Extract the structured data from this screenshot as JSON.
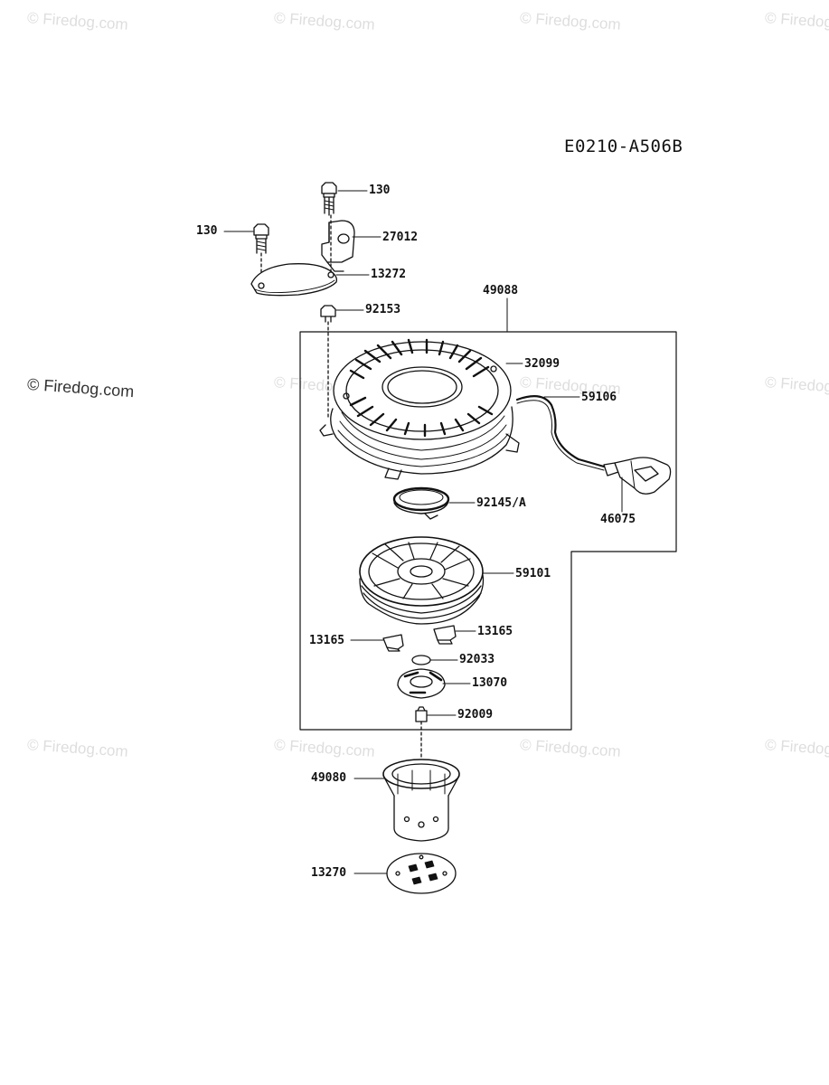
{
  "diagram_code": "E0210-A506B",
  "watermark": "© Firedog.com",
  "parts": [
    {
      "id": "bolt-top",
      "label": "130"
    },
    {
      "id": "bolt-left",
      "label": "130"
    },
    {
      "id": "bracket",
      "label": "27012"
    },
    {
      "id": "plate",
      "label": "13272"
    },
    {
      "id": "assembly",
      "label": "49088"
    },
    {
      "id": "screw",
      "label": "92153"
    },
    {
      "id": "case",
      "label": "32099"
    },
    {
      "id": "rope",
      "label": "59106"
    },
    {
      "id": "handle",
      "label": "46075"
    },
    {
      "id": "spring",
      "label": "92145/A"
    },
    {
      "id": "reel",
      "label": "59101"
    },
    {
      "id": "ratchet-left",
      "label": "13165"
    },
    {
      "id": "ratchet-right",
      "label": "13165"
    },
    {
      "id": "ring",
      "label": "92033"
    },
    {
      "id": "guide",
      "label": "13070"
    },
    {
      "id": "center-bolt",
      "label": "92009"
    },
    {
      "id": "cup",
      "label": "49080"
    },
    {
      "id": "base-plate",
      "label": "13270"
    }
  ]
}
